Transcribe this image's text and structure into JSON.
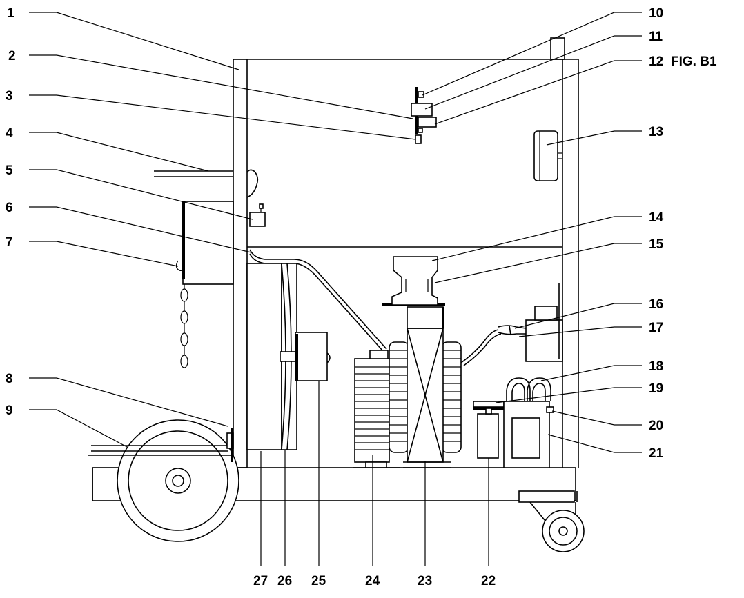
{
  "figure": {
    "caption": "FIG. B1",
    "labels_left": [
      "1",
      "2",
      "3",
      "4",
      "5",
      "6",
      "7",
      "8",
      "9"
    ],
    "labels_right": [
      "10",
      "11",
      "12",
      "13",
      "14",
      "15",
      "16",
      "17",
      "18",
      "19",
      "20",
      "21"
    ],
    "labels_bottom": [
      "27",
      "26",
      "25",
      "24",
      "23",
      "22"
    ]
  }
}
